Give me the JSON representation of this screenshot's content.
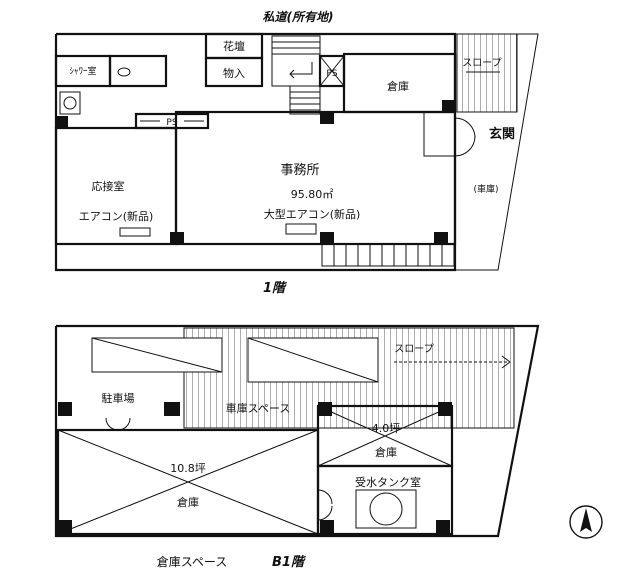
{
  "floor1": {
    "road_label": "私道(所有地)",
    "flower_bed": "花壇",
    "shower_room": "ｼｬﾜｰ室",
    "storage_small": "物入",
    "ps_label": "PS",
    "ps_label_2": "PS",
    "warehouse": "倉庫",
    "slope": "スロープ",
    "entrance": "玄関",
    "garage": "(車庫)",
    "reception_room": "応接室",
    "aircon_new": "エアコン(新品)",
    "office": "事務所",
    "office_area": "95.80㎡",
    "large_aircon": "大型エアコン(新品)",
    "floor_label": "1階"
  },
  "basement": {
    "parking": "駐車場",
    "car_space": "車庫スペース",
    "slope": "スロープ",
    "area_small": "4.0坪",
    "warehouse_small": "倉庫",
    "area_large": "10.8坪",
    "warehouse_large": "倉庫",
    "water_tank_room": "受水タンク室",
    "storage_space": "倉庫スペース",
    "floor_label": "B1階"
  }
}
